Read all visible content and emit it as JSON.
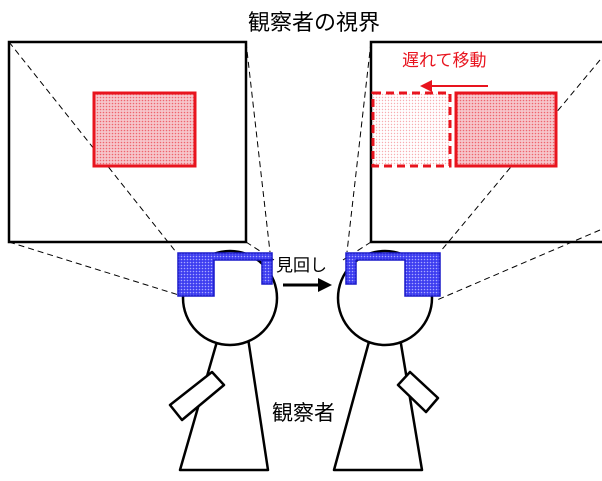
{
  "labels": {
    "observer_view": "観察者の視界",
    "look_around": "見回し",
    "delayed_movement": "遅れて移動",
    "observer": "観察者"
  },
  "colors": {
    "frame": "#000000",
    "target_border": "#e8141e",
    "target_fill": "#f4b6bc",
    "ghost_fill": "#fbd9dc",
    "motion_text": "#e8141e",
    "hmd_fill": "#3d3df0",
    "hmd_border": "#1818c8",
    "background": "#ffffff"
  },
  "icons": {
    "look_arrow": "right-arrow-icon",
    "delay_arrow": "left-arrow-icon"
  }
}
